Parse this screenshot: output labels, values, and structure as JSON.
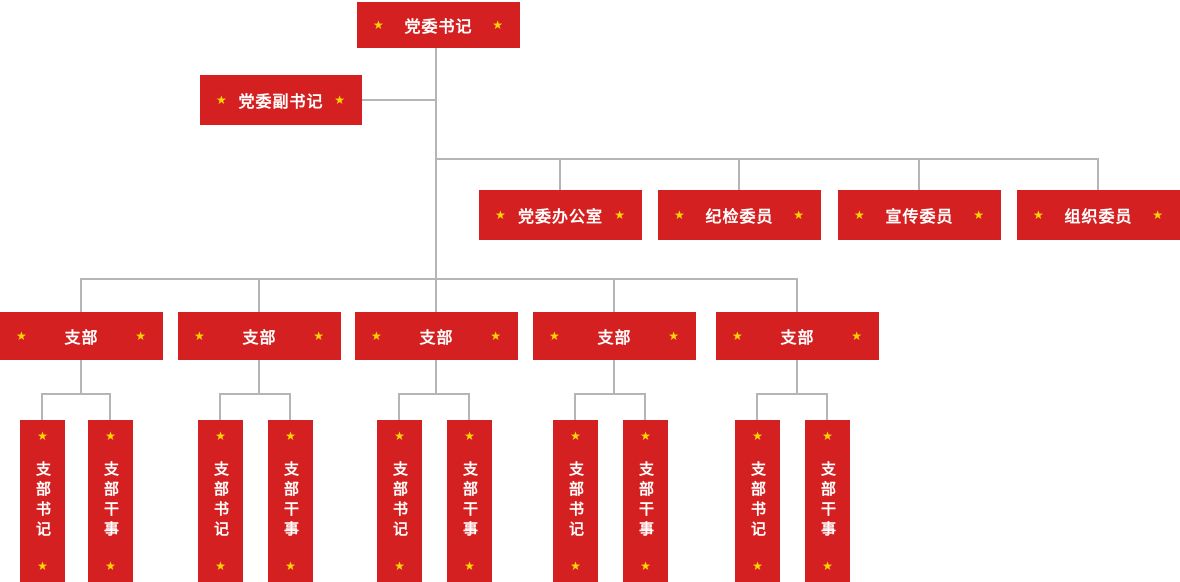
{
  "icons": {
    "star": "★"
  },
  "colors": {
    "box": "#d42020",
    "star": "#ffd700",
    "line": "#b5b5b5",
    "text": "#ffffff"
  },
  "nodes": {
    "root": {
      "label": "党委书记"
    },
    "deputy": {
      "label": "党委副书记"
    },
    "committees": [
      {
        "label": "党委办公室"
      },
      {
        "label": "纪检委员"
      },
      {
        "label": "宣传委员"
      },
      {
        "label": "组织委员"
      }
    ],
    "branches": [
      {
        "label": "支部",
        "children": [
          {
            "label": "支部书记"
          },
          {
            "label": "支部干事"
          }
        ]
      },
      {
        "label": "支部",
        "children": [
          {
            "label": "支部书记"
          },
          {
            "label": "支部干事"
          }
        ]
      },
      {
        "label": "支部",
        "children": [
          {
            "label": "支部书记"
          },
          {
            "label": "支部干事"
          }
        ]
      },
      {
        "label": "支部",
        "children": [
          {
            "label": "支部书记"
          },
          {
            "label": "支部干事"
          }
        ]
      },
      {
        "label": "支部",
        "children": [
          {
            "label": "支部书记"
          },
          {
            "label": "支部干事"
          }
        ]
      }
    ]
  }
}
